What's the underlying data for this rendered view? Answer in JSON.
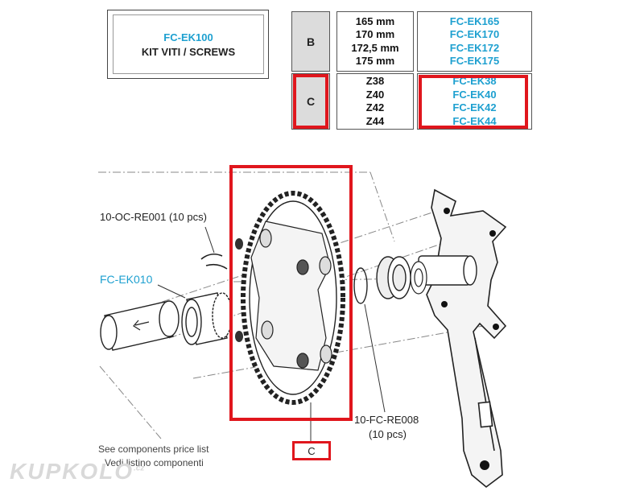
{
  "kit": {
    "code": "FC-EK100",
    "name": "KIT VITI / SCREWS"
  },
  "table": {
    "rows": [
      {
        "letter": "B",
        "items": [
          "165 mm",
          "170 mm",
          "172,5 mm",
          "175 mm"
        ],
        "codes": [
          "FC-EK165",
          "FC-EK170",
          "FC-EK172",
          "FC-EK175"
        ]
      },
      {
        "letter": "C",
        "items": [
          "Z38",
          "Z40",
          "Z42",
          "Z44"
        ],
        "codes": [
          "FC-EK38",
          "FC-EK40",
          "FC-EK42",
          "FC-EK44"
        ]
      }
    ]
  },
  "labels": {
    "screws": "10-OC-RE001 (10 pcs)",
    "bb_cup": "FC-EK010",
    "bolts_code": "10-FC-RE008",
    "bolts_qty": "(10 pcs)",
    "price_en": "See components price list",
    "price_it": "Vedi listino componenti",
    "chainring_ref": "C"
  },
  "watermark": {
    "text": "KUPKOLO",
    "suffix": ".cz"
  },
  "colors": {
    "accent_blue": "#1ea0d0",
    "highlight_red": "#e0161d",
    "cell_gray": "#dcdcdc"
  }
}
